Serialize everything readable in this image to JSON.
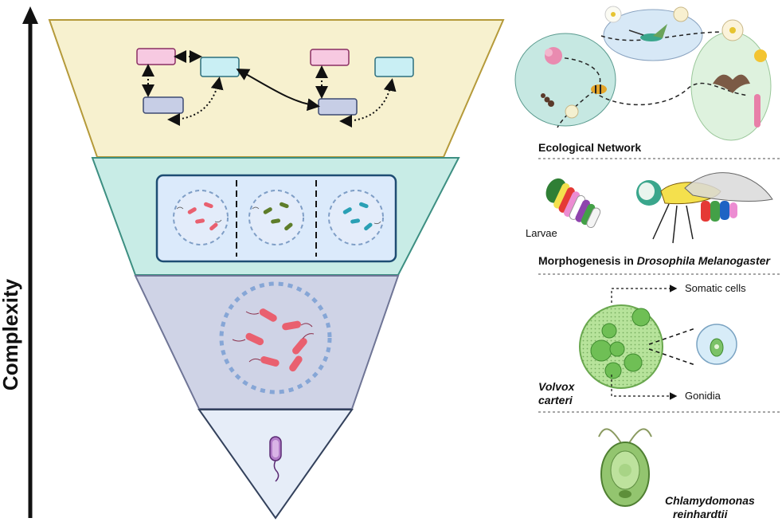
{
  "axis": {
    "label": "Complexity"
  },
  "right_panels": {
    "ecological": {
      "caption": "Ecological Network"
    },
    "drosophila": {
      "caption_prefix": "Morphogenesis in ",
      "caption_species": "Drosophila Melanogaster",
      "larvae_label": "Larvae"
    },
    "volvox": {
      "name_line1": "Volvox",
      "name_line2": "carteri",
      "somatic_label": "Somatic cells",
      "gonidia_label": "Gonidia"
    },
    "chlamydomonas": {
      "name_line1": "Chlamydomonas",
      "name_line2": "reinhardtii"
    }
  },
  "colors": {
    "tier_network": "#f7f1cf",
    "tier_network_border": "#b59a3a",
    "tier_colonies": "#c8ece6",
    "tier_colonies_border": "#3d8f82",
    "tier_multicell": "#cfd3e6",
    "tier_multicell_border": "#6f7596",
    "tier_single": "#e6edf8",
    "tier_single_border": "#33415c",
    "box_pink": "#f7c9e1",
    "box_cyan": "#c9eff4",
    "box_lavender": "#c7cee6",
    "bacteria_red": "#e9606f",
    "bacteria_green": "#5e7d2a",
    "bacteria_teal": "#2aa0b5"
  }
}
